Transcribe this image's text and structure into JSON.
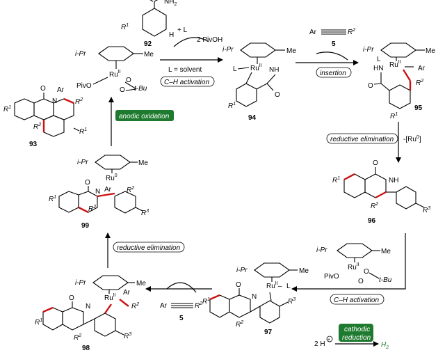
{
  "labels": {
    "ipr": "i-Pr",
    "me": "Me",
    "pivo": "PivO",
    "tbu": "t-Bu",
    "ru2": "Ru",
    "ru2_sup": "II",
    "ru0_sup": "0",
    "nh2": "NH",
    "nh2_sub": "2",
    "nh": "NH",
    "hn": "HN",
    "n": "N",
    "o": "O",
    "h": "H",
    "l": "L",
    "plus_l": "+ L",
    "ar": "Ar",
    "r1": "R",
    "r1_sup": "1",
    "r2": "R",
    "r2_sup": "2",
    "r3": "R",
    "r3_sup": "3",
    "ru_bracket": "-[Ru",
    "ru_bracket_end": "]"
  },
  "compounds": {
    "c92": "92",
    "c93": "93",
    "c94": "94",
    "c95": "95",
    "c96": "96",
    "c97": "97",
    "c98": "98",
    "c99": "99",
    "c5a": "5",
    "c5b": "5"
  },
  "steps": {
    "piv_oh": "2 PivOH",
    "l_solvent": "L = solvent",
    "ch_activation_1": "C–H activation",
    "insertion": "insertion",
    "reductive_elim_1": "reductive elimination",
    "reductive_elim_2": "reductive elimination",
    "ch_activation_2": "C–H activation",
    "anodic_oxidation": "anodic oxidation",
    "cathodic_1": "cathodic",
    "cathodic_2": "reduction",
    "two_h": "2 H",
    "h2": "H",
    "h2_sub": "2"
  },
  "colors": {
    "green": "#1e7a2e",
    "red": "#cc1111",
    "black": "#000000"
  }
}
